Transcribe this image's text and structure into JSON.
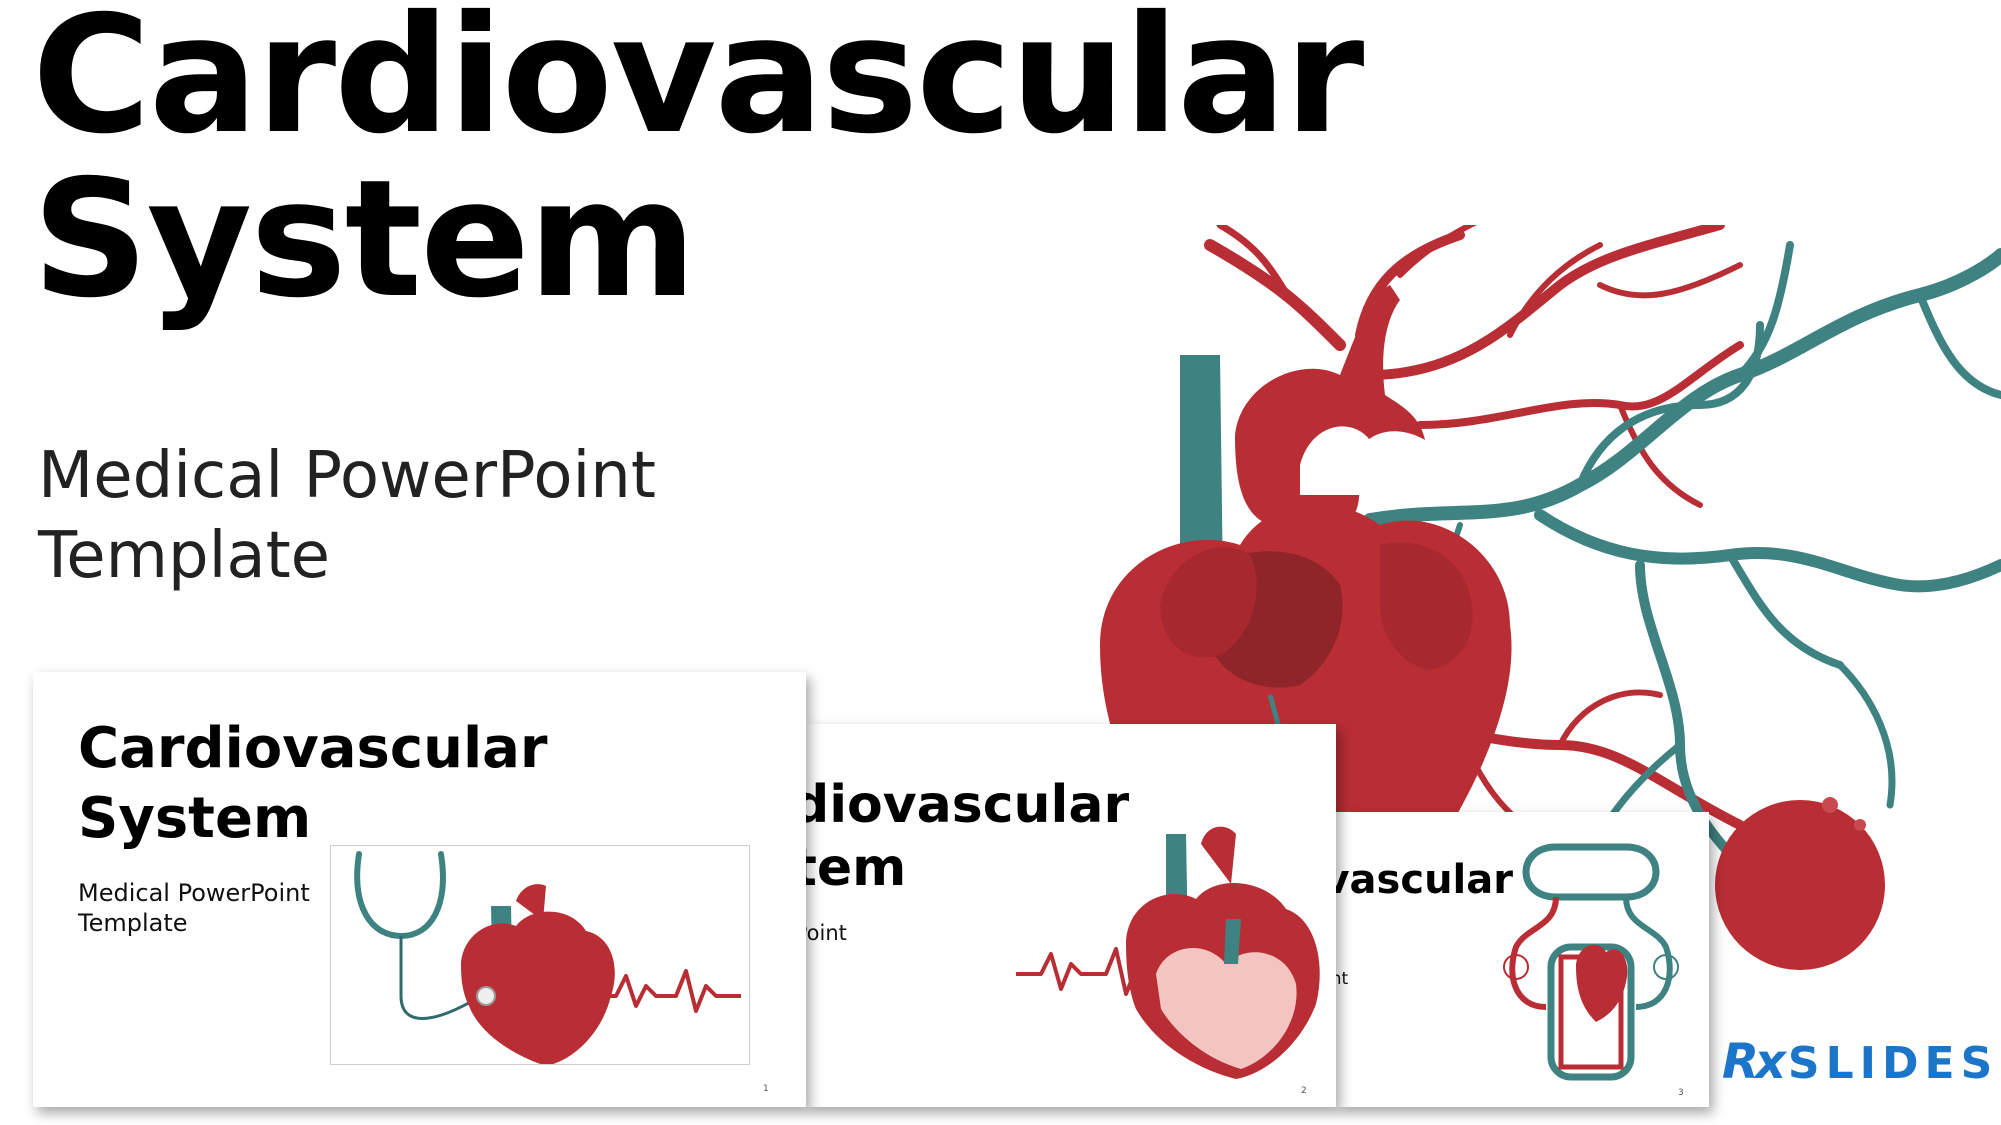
{
  "hero": {
    "title": "Cardiovascular\nSystem",
    "subtitle": "Medical PowerPoint\nTemplate"
  },
  "slides": [
    {
      "title": "Cardiovascular\nSystem",
      "subtitle": "Medical PowerPoint\nTemplate",
      "number": "1"
    },
    {
      "title": "diovascular\ntem",
      "subtitle": "werPoint",
      "number": "2"
    },
    {
      "title": "ovascular\nm",
      "subtitle": "Point",
      "number": "3"
    }
  ],
  "logo": {
    "rx": "Rx",
    "text": "SLIDES"
  },
  "colors": {
    "artery_red": "#b92e34",
    "vein_teal": "#3e8282",
    "heart_dark": "#8f2429",
    "logo_blue": "#1b76c9"
  }
}
